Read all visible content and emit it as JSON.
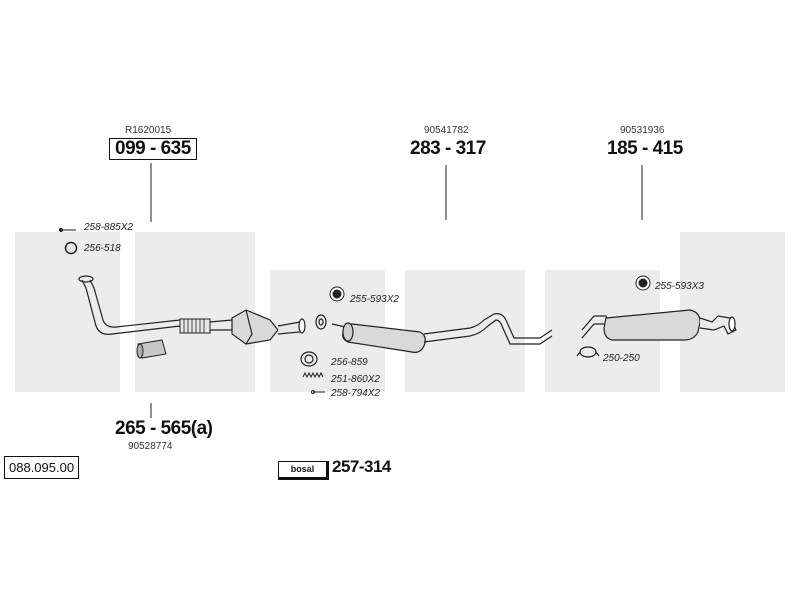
{
  "catalog_number": "088.095.00",
  "assemblies": [
    {
      "ref": "R1620015",
      "code": "099 - 635"
    },
    {
      "ref": "90541782",
      "code": "283 - 317"
    },
    {
      "ref": "90531936",
      "code": "185 - 415"
    },
    {
      "ref": "90528774",
      "code": "265 - 565(a)"
    }
  ],
  "parts": [
    "258-885X2",
    "256-518",
    "255-593X2",
    "256-859",
    "251-860X2",
    "258-794X2",
    "255-593X3",
    "250-250"
  ],
  "kit": {
    "brand": "bosal",
    "code": "257-314"
  },
  "colors": {
    "line": "#222222",
    "watermark": "#ececec",
    "part_fill": "#d9d9d9"
  }
}
